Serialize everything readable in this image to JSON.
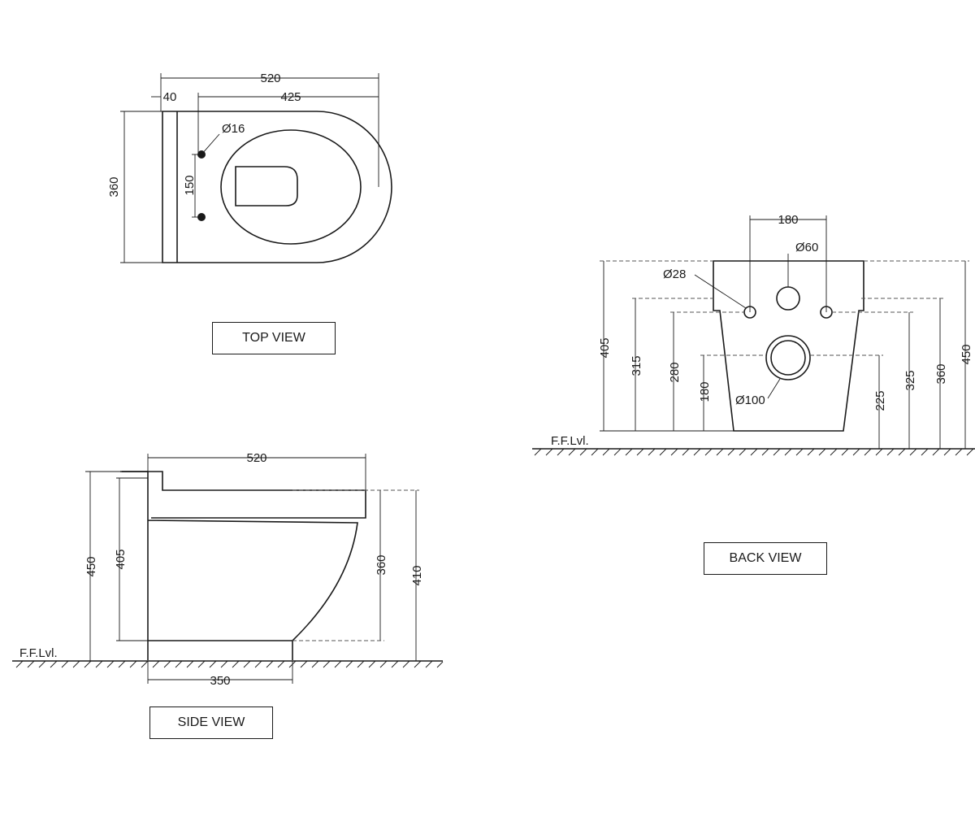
{
  "top_view": {
    "label": "TOP VIEW",
    "dim_overall_length": "520",
    "dim_flange": "40",
    "dim_bowl_length": "425",
    "dim_width": "360",
    "dim_bolt_spacing": "150",
    "dim_bolt_hole": "Ø16"
  },
  "side_view": {
    "label": "SIDE VIEW",
    "dim_length": "520",
    "dim_height_450": "450",
    "dim_height_405": "405",
    "dim_height_360": "360",
    "dim_height_410": "410",
    "dim_base": "350",
    "floor_label": "F.F.Lvl."
  },
  "back_view": {
    "label": "BACK VIEW",
    "dim_bolt_spacing": "180",
    "dim_inlet": "Ø60",
    "dim_bolt_hole": "Ø28",
    "dim_outlet": "Ø100",
    "dim_405": "405",
    "dim_315": "315",
    "dim_280": "280",
    "dim_180": "180",
    "dim_225": "225",
    "dim_325": "325",
    "dim_360": "360",
    "dim_450": "450",
    "floor_label": "F.F.Lvl."
  }
}
